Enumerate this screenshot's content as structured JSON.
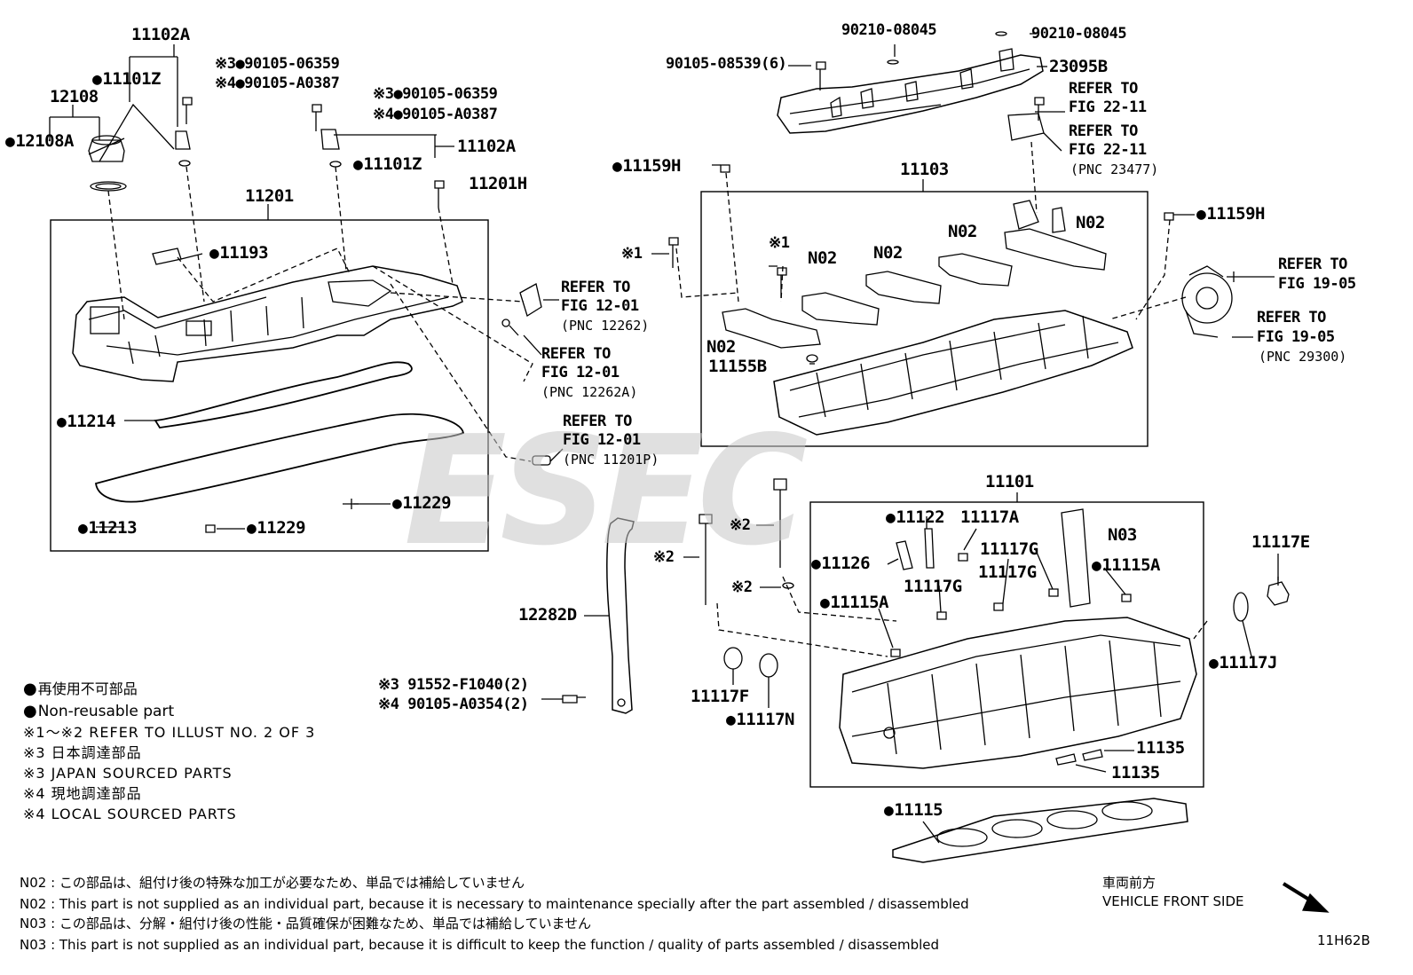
{
  "labels": {
    "p11102A_top": "11102A",
    "p11101Z_left": "11101Z",
    "p12108": "12108",
    "p12108A": "12108A",
    "p90105_06359_a": "※3●90105-06359",
    "p90105_A0387_a": "※4●90105-A0387",
    "p90105_06359_b": "※3●90105-06359",
    "p90105_A0387_b": "※4●90105-A0387",
    "p11102A_mid": "11102A",
    "p11101Z_mid": "11101Z",
    "p11201H": "11201H",
    "p11201": "11201",
    "p11193": "11193",
    "p11214": "11214",
    "p11213": "11213",
    "p11229_a": "11229",
    "p11229_b": "11229",
    "refer_12262": [
      "REFER TO",
      "FIG 12-01",
      "(PNC 12262)"
    ],
    "refer_12262A": [
      "REFER TO",
      "FIG 12-01",
      "(PNC 12262A)"
    ],
    "refer_11201P": [
      "REFER TO",
      "FIG 12-01",
      "(PNC 11201P)"
    ],
    "p90210_a": "90210-08045",
    "p90210_b": "90210-08045",
    "p90105_08539": "90105-08539(6)",
    "p23095B": "23095B",
    "refer_2211_a": [
      "REFER TO",
      "FIG 22-11"
    ],
    "refer_2211_b": [
      "REFER TO",
      "FIG 22-11",
      "(PNC 23477)"
    ],
    "p11159H_a": "11159H",
    "p11159H_b": "11159H",
    "p11103": "11103",
    "n02_1": "N02",
    "n02_2": "N02",
    "n02_3": "N02",
    "n02_4": "N02",
    "n02_5": "N02",
    "x1_a": "※1",
    "x1_b": "※1",
    "p11155B": "11155B",
    "refer_1905_a": [
      "REFER TO",
      "FIG 19-05"
    ],
    "refer_1905_b": [
      "REFER TO",
      "FIG 19-05",
      "(PNC 29300)"
    ],
    "p11101": "11101",
    "p11122": "11122",
    "p11117A": "11117A",
    "n03": "N03",
    "p11126": "11126",
    "p11117G_a": "11117G",
    "p11117G_b": "11117G",
    "p11117G_c": "11117G",
    "p11115A_a": "11115A",
    "p11115A_b": "11115A",
    "p11117E": "11117E",
    "p11117J": "11117J",
    "p11117F": "11117F",
    "p11117N": "11117N",
    "p11135_a": "11135",
    "p11135_b": "11135",
    "p11115": "11115",
    "p12282D": "12282D",
    "x2_a": "※2",
    "x2_b": "※2",
    "x2_c": "※2",
    "p91552": "※3 91552-F1040(2)",
    "p90105_A0354": "※4 90105-A0354(2)"
  },
  "legend": {
    "line1": "再使用不可部品",
    "line2": "Non-reusable part",
    "line3": "※1～※2  REFER TO ILLUST NO. 2 OF 3",
    "line4": "※3 日本調達部品",
    "line5": "※3 JAPAN SOURCED PARTS",
    "line6": "※4 現地調達部品",
    "line7": "※4 LOCAL SOURCED PARTS"
  },
  "footnotes": {
    "n02_jp": "N02 : この部品は、組付け後の特殊な加工が必要なため、単品では補給していません",
    "n02_en": "N02 : This part is not supplied as an individual part, because it is necessary to maintenance specially after the part assembled / disassembled",
    "n03_jp": "N03 : この部品は、分解・組付け後の性能・品質確保が困難なため、単品では補給していません",
    "n03_en": "N03 : This part is not supplied as an individual part, because it is difficult to keep the function / quality of parts  assembled / disassembled"
  },
  "front": {
    "jp": "車両前方",
    "en": "VEHICLE FRONT SIDE"
  },
  "figure_id": "11H62B"
}
